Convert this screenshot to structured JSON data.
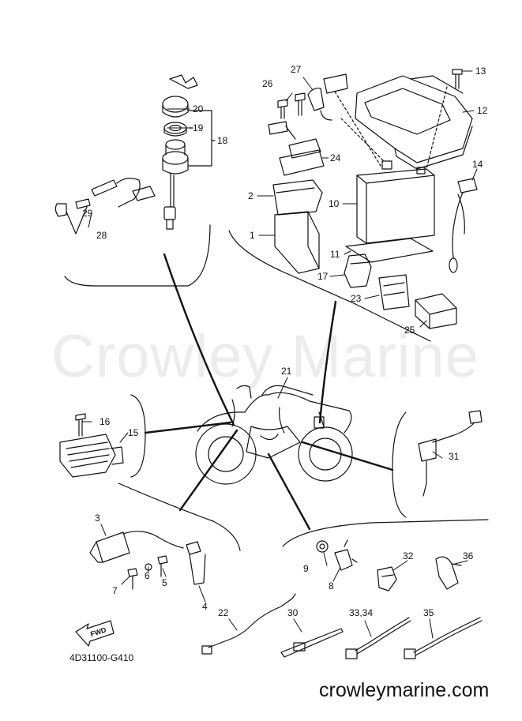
{
  "watermark": "Crowley Marine",
  "drawing_code": "4D31100-G410",
  "website": "crowleymarine.com",
  "fwd_label": "FWD",
  "callouts": {
    "p1": "1",
    "p2": "2",
    "p3": "3",
    "p4": "4",
    "p5": "5",
    "p6": "6",
    "p7": "7",
    "p8": "8",
    "p9": "9",
    "p10": "10",
    "p11": "11",
    "p12": "12",
    "p13": "13",
    "p14": "14",
    "p15": "15",
    "p16": "16",
    "p17": "17",
    "p18": "18",
    "p19": "19",
    "p20": "20",
    "p21": "21",
    "p22": "22",
    "p23": "23",
    "p24": "24",
    "p25": "25",
    "p26": "26",
    "p27": "27",
    "p28": "28",
    "p29": "29",
    "p30": "30",
    "p31": "31",
    "p32": "32",
    "p33_34": "33,34",
    "p35": "35",
    "p36": "36"
  }
}
